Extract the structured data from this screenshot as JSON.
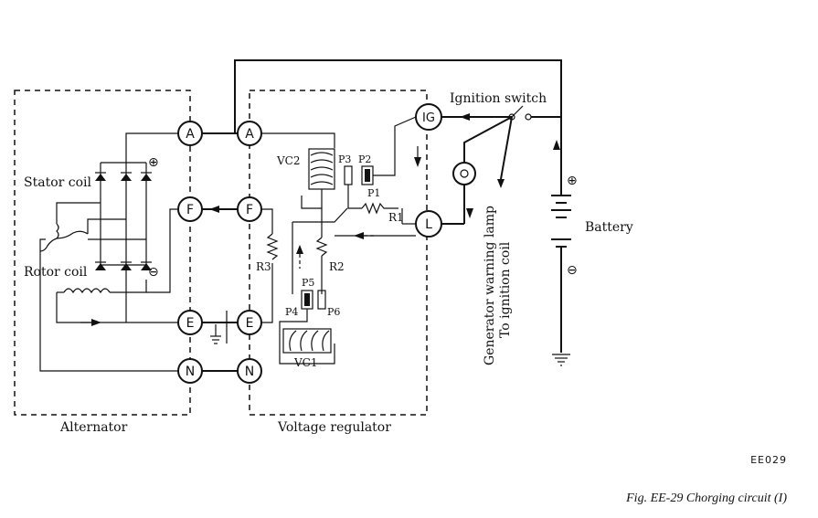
{
  "diagram": {
    "labels": {
      "alternator": "Alternator",
      "voltage_regulator": "Voltage regulator",
      "stator_coil": "Stator coil",
      "rotor_coil": "Rotor coil",
      "ignition_switch": "Ignition switch",
      "battery": "Battery",
      "generator_warning_lamp": "Generator warning lamp",
      "to_ignition_coil": "To ignition coil"
    },
    "terminals": {
      "alt_a": "A",
      "alt_f": "F",
      "alt_e": "E",
      "alt_n": "N",
      "reg_a": "A",
      "reg_f": "F",
      "reg_e": "E",
      "reg_n": "N",
      "reg_ig": "IG",
      "reg_l": "L"
    },
    "components": {
      "vc2": "VC2",
      "vc1": "VC1",
      "r1": "R1",
      "r2": "R2",
      "r3": "R3",
      "p1": "P1",
      "p2": "P2",
      "p3": "P3",
      "p4": "P4",
      "p5": "P5",
      "p6": "P6"
    },
    "polarity": {
      "plus": "⊕",
      "minus": "⊖"
    }
  },
  "caption": {
    "id": "EE029",
    "figure": "Fig. EE-29  Chorging circuit (I)"
  }
}
